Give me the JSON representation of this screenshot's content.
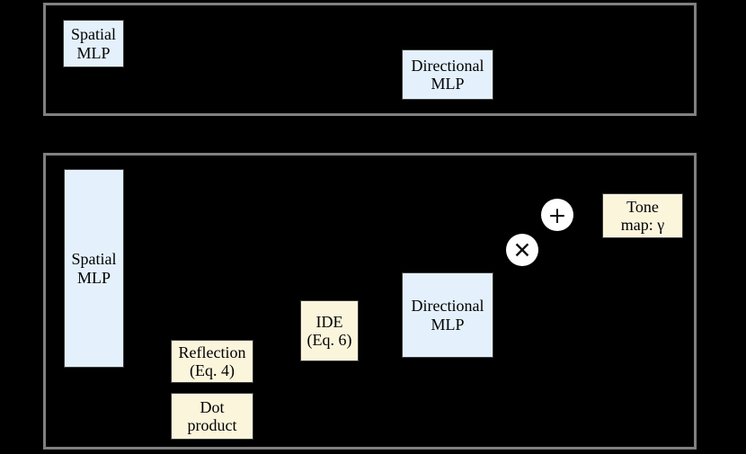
{
  "figure": {
    "background_color": "#000000",
    "panel_border_color": "#808080",
    "blue_box_color": "#e4f1fc",
    "cream_box_color": "#fbf5dc",
    "circle_color": "#ffffff"
  },
  "panels": {
    "top": {
      "name": "top-architecture-panel",
      "nodes": [
        {
          "id": "top-spatial-mlp",
          "label": "Spatial\nMLP",
          "style": "blue"
        },
        {
          "id": "top-directional-mlp",
          "label": "Directional\nMLP",
          "style": "blue"
        }
      ]
    },
    "bottom": {
      "name": "bottom-architecture-panel",
      "nodes": [
        {
          "id": "bottom-spatial-mlp",
          "label": "Spatial\nMLP",
          "style": "blue"
        },
        {
          "id": "reflection",
          "label": "Reflection\n(Eq. 4)",
          "style": "cream"
        },
        {
          "id": "dot-product",
          "label": "Dot\nproduct",
          "style": "cream"
        },
        {
          "id": "ide",
          "label": "IDE\n(Eq. 6)",
          "style": "cream"
        },
        {
          "id": "bottom-directional-mlp",
          "label": "Directional\nMLP",
          "style": "blue"
        },
        {
          "id": "tone-map",
          "label": "Tone\nmap: γ",
          "style": "cream"
        }
      ],
      "operators": [
        {
          "id": "multiply",
          "symbol": "✕",
          "name": "multiply-operator"
        },
        {
          "id": "add",
          "symbol": "+",
          "name": "add-operator"
        }
      ]
    }
  }
}
